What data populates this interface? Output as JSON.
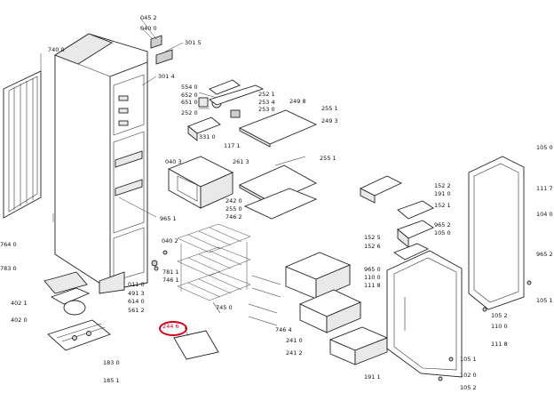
{
  "labels": {
    "l0452": "045 2",
    "l0400": "040 0",
    "l3015": "301 5",
    "l7400": "740 0",
    "l3014": "301 4",
    "l5540": "554 0",
    "l6520": "652 0",
    "l6510": "651 0",
    "l2520": "252 0",
    "l3310": "331 0",
    "l1171": "117 1",
    "l2521": "252 1",
    "l2534": "253 4",
    "l2530": "253 0",
    "l2498": "249 8",
    "l2551a": "255 1",
    "l2493": "249 3",
    "l0403": "040 3",
    "l2613": "261 3",
    "l2551b": "255 1",
    "l2420": "242 0",
    "l2550": "255 0",
    "l9651": "965 1",
    "l7462": "746 2",
    "l7640": "764 0",
    "l7830": "783 0",
    "l0402": "040 2",
    "l7811": "781 1",
    "l7461": "746 1",
    "l0110": "011 0",
    "l4913": "491 3",
    "l6140": "614 0",
    "l5612": "561 2",
    "l4021": "402 1",
    "l4020": "402 0",
    "l7450": "745 0",
    "l7464": "746 4",
    "l2446": "244 6",
    "l2410": "241 0",
    "l2412": "241 2",
    "l1830": "183 0",
    "l1851": "185 1",
    "l1522": "152 2",
    "l1910a": "191 0",
    "l1521": "152 1",
    "l1525": "152 5",
    "l1526": "152 6",
    "l9652a": "965 2",
    "l1050a": "105 0",
    "l9650": "965 0",
    "l1100": "110 0",
    "l1118a": "111 8",
    "l1050b": "105 0",
    "l1117": "111 7",
    "l1040": "104 0",
    "l9652b": "965 2",
    "l1051a": "105 1",
    "l1052a": "105 2",
    "l1100b": "110 0",
    "l1118b": "111 8",
    "l1911": "191 1",
    "l1051b": "105 1",
    "l1020": "102 0",
    "l1052b": "105 2"
  },
  "highlight": {
    "label": "244 6",
    "color": "#d6001c"
  }
}
